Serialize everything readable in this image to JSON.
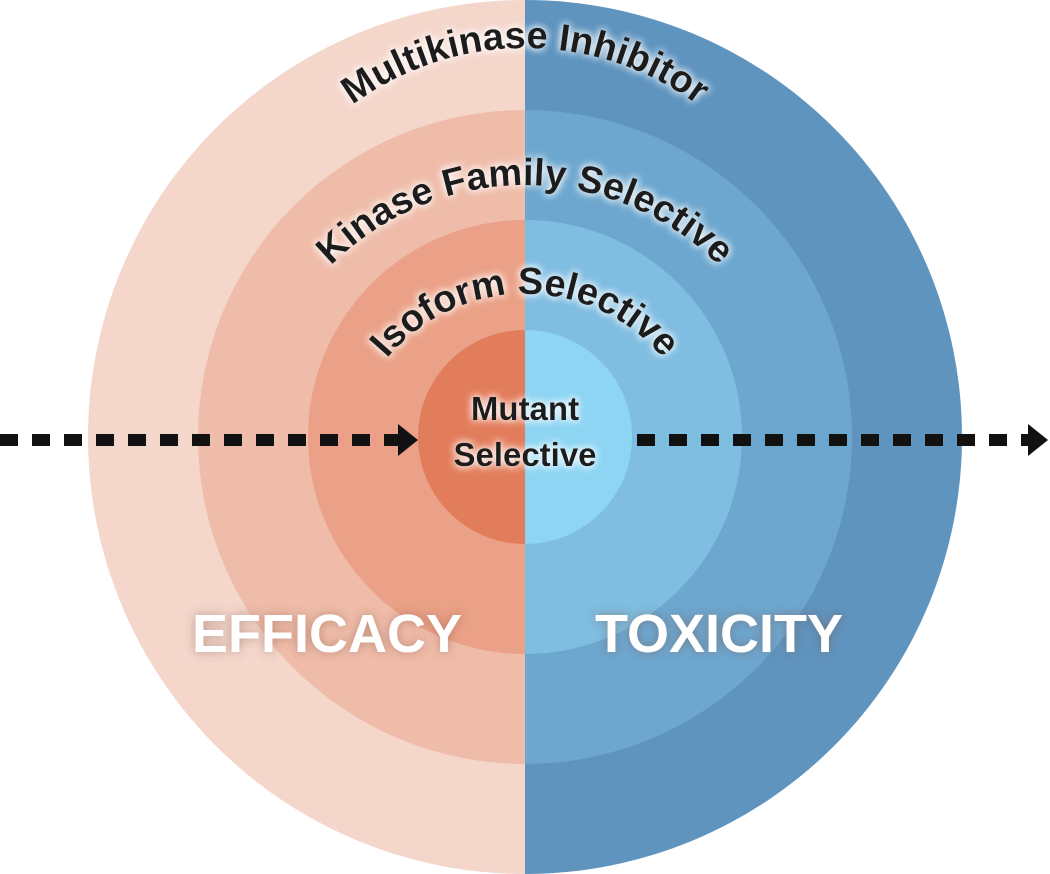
{
  "rings": [
    {
      "label": "Multikinase Inhibitor",
      "left_color": "#f4d6cb",
      "right_color": "#5f94bf"
    },
    {
      "label": "Kinase Family Selective",
      "left_color": "#efbca9",
      "right_color": "#6da7cf"
    },
    {
      "label": "Isoform Selective",
      "left_color": "#eaa187",
      "right_color": "#7fbde1"
    },
    {
      "label_line1": "Mutant",
      "label_line2": "Selective",
      "left_color": "#e27d5c",
      "right_color": "#8dd5f3"
    }
  ],
  "sides": {
    "left": "EFFICACY",
    "right": "TOXICITY"
  },
  "arrow_color": "#111111"
}
